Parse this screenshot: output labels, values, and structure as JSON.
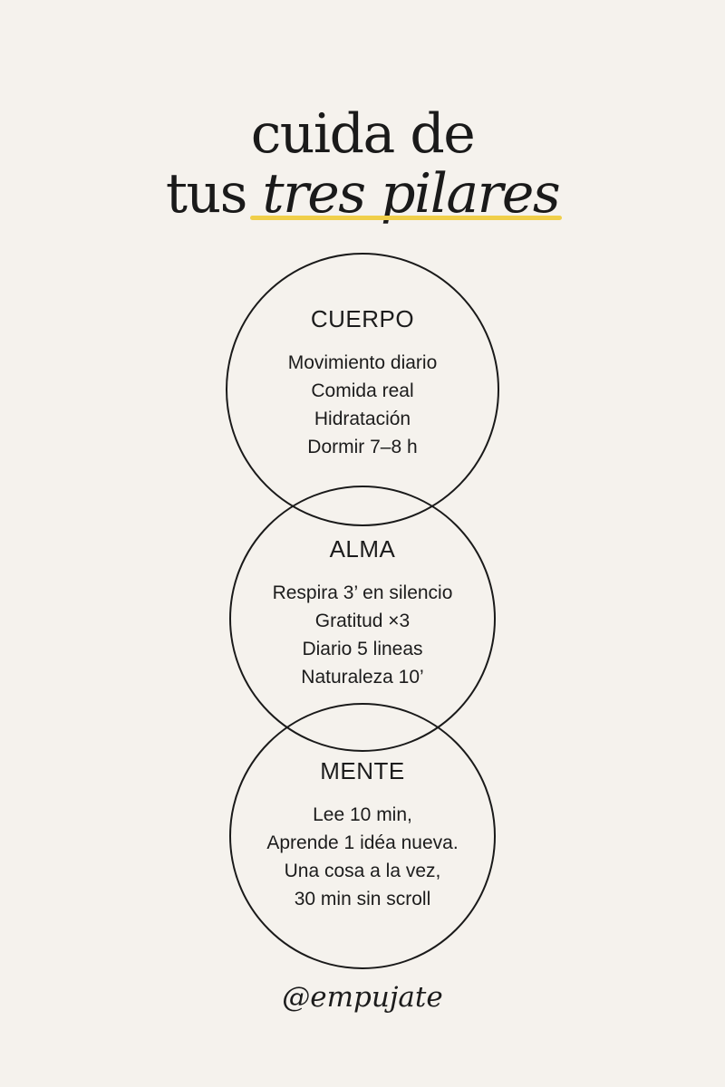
{
  "title": {
    "line1": "cuida de",
    "line2_prefix": "tus",
    "line2_emphasis": "tres pilares"
  },
  "colors": {
    "background": "#f5f2ed",
    "text": "#1a1a1a",
    "accent_underline": "#f0cf4a"
  },
  "pillars": [
    {
      "name": "CUERPO",
      "items": [
        "Movimiento diario",
        "Comida real",
        "Hidratación",
        "Dormir 7–8 h"
      ]
    },
    {
      "name": "ALMA",
      "items": [
        "Respira 3’ en silencio",
        "Gratitud ×3",
        "Diario 5 lineas",
        "Naturaleza 10’"
      ]
    },
    {
      "name": "MENTE",
      "items": [
        "Lee 10 min,",
        "Aprende 1 idéa nueva.",
        "Una cosa a la vez,",
        "30 min sin scroll"
      ]
    }
  ],
  "handle": "@empujate"
}
